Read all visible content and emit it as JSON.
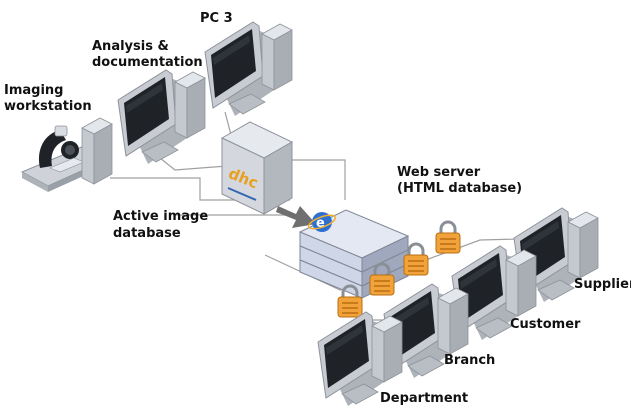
{
  "labels": {
    "imaging_workstation": [
      "Imaging",
      "workstation"
    ],
    "analysis_documentation": [
      "Analysis &",
      "documentation"
    ],
    "pc3": "PC 3",
    "active_image_database": [
      "Active image",
      "database"
    ],
    "web_server": [
      "Web server",
      "(HTML database)"
    ],
    "supplier": "Supplier",
    "customer": "Customer",
    "branch": "Branch",
    "department": "Department"
  },
  "server_logo": {
    "text": "dhc",
    "color": "#e8a020"
  },
  "web_server_icon": "internet-explorer-icon",
  "colors": {
    "monitor_body": "#c8ccd2",
    "monitor_screen": "#1f2328",
    "server_body": "#d4d8de",
    "web_server_body": "#cfd6e8",
    "padlock": "#f2a23a",
    "network_line": "#a0a0a0",
    "arrow": "#6f6f6f"
  }
}
